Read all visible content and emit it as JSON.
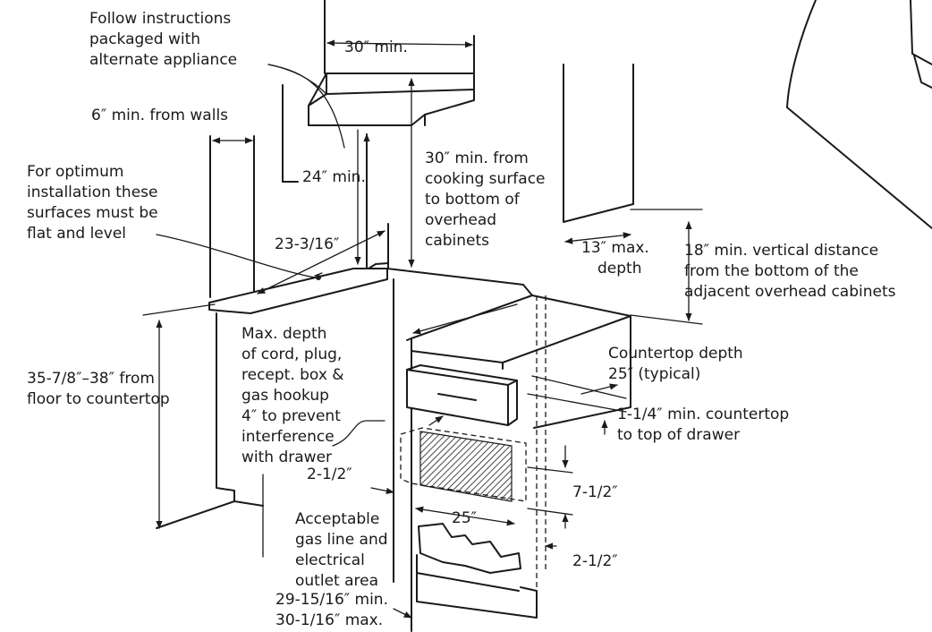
{
  "labels": {
    "follow": [
      "Follow instructions",
      "packaged with",
      "alternate appliance"
    ],
    "w30": "30″ min.",
    "walls6": "6″ min. from walls",
    "flat": [
      "For optimum",
      "installation these",
      "surfaces must be",
      "flat and level"
    ],
    "min24": "24″ min.",
    "cooking30": [
      "30″ min. from",
      "cooking surface",
      "to bottom of",
      "overhead",
      "cabinets"
    ],
    "w23": "23-3/16″",
    "max13": "13″ max.",
    "depth": "depth",
    "vert18": [
      "18″ min. vertical distance",
      "from the bottom of the",
      "adjacent overhead cabinets"
    ],
    "maxdepth": [
      "Max. depth",
      "of cord, plug,",
      "recept. box &",
      "gas hookup",
      "4″ to prevent",
      "interference",
      "with drawer"
    ],
    "floor": [
      "35-7/8″–38″ from",
      "floor to countertop"
    ],
    "counter": [
      "Countertop depth",
      "25″ (typical)"
    ],
    "drawer": [
      "1-1/4″ min. countertop",
      "to top of drawer"
    ],
    "d2a": "2-1/2″",
    "h7": "7-1/2″",
    "w25": "25″",
    "gas": [
      "Acceptable",
      "gas line and",
      "electrical",
      "outlet area"
    ],
    "d2b": "2-1/2″",
    "cutout": [
      "29-15/16″ min.",
      "30-1/16″ max."
    ]
  }
}
